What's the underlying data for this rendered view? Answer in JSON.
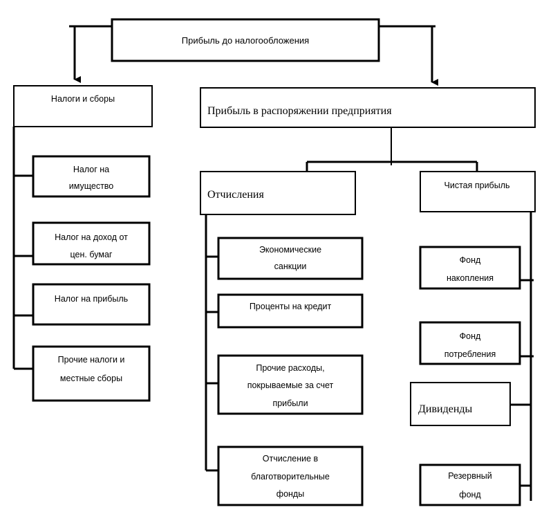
{
  "root": {
    "label": "Прибыль до налогообложения"
  },
  "taxes": {
    "header": "Налоги и сборы",
    "items": [
      {
        "line1": "Налог на",
        "line2": "имущество"
      },
      {
        "line1": "Налог на доход от",
        "line2": "цен. бумаг"
      },
      {
        "line1": "Налог на прибыль",
        "line2": ""
      },
      {
        "line1": "Прочие налоги и",
        "line2": "местные сборы"
      }
    ]
  },
  "company_profit": {
    "label": "Прибыль в распоряжении предприятия"
  },
  "deductions": {
    "header": "Отчисления",
    "items": [
      {
        "line1": "Экономические",
        "line2": "санкции",
        "line3": ""
      },
      {
        "line1": "Проценты на кредит",
        "line2": "",
        "line3": ""
      },
      {
        "line1": "Прочие расходы,",
        "line2": "покрываемые за счет",
        "line3": "прибыли"
      },
      {
        "line1": "Отчисление в",
        "line2": "благотворительные",
        "line3": "фонды"
      }
    ]
  },
  "net_profit": {
    "header": "Чистая прибыль",
    "items": [
      {
        "line1": "Фонд",
        "line2": "накопления"
      },
      {
        "line1": "Фонд",
        "line2": "потребления"
      },
      {
        "line1": "Дивиденды",
        "line2": ""
      },
      {
        "line1": "Резервный",
        "line2": "фонд"
      }
    ]
  }
}
